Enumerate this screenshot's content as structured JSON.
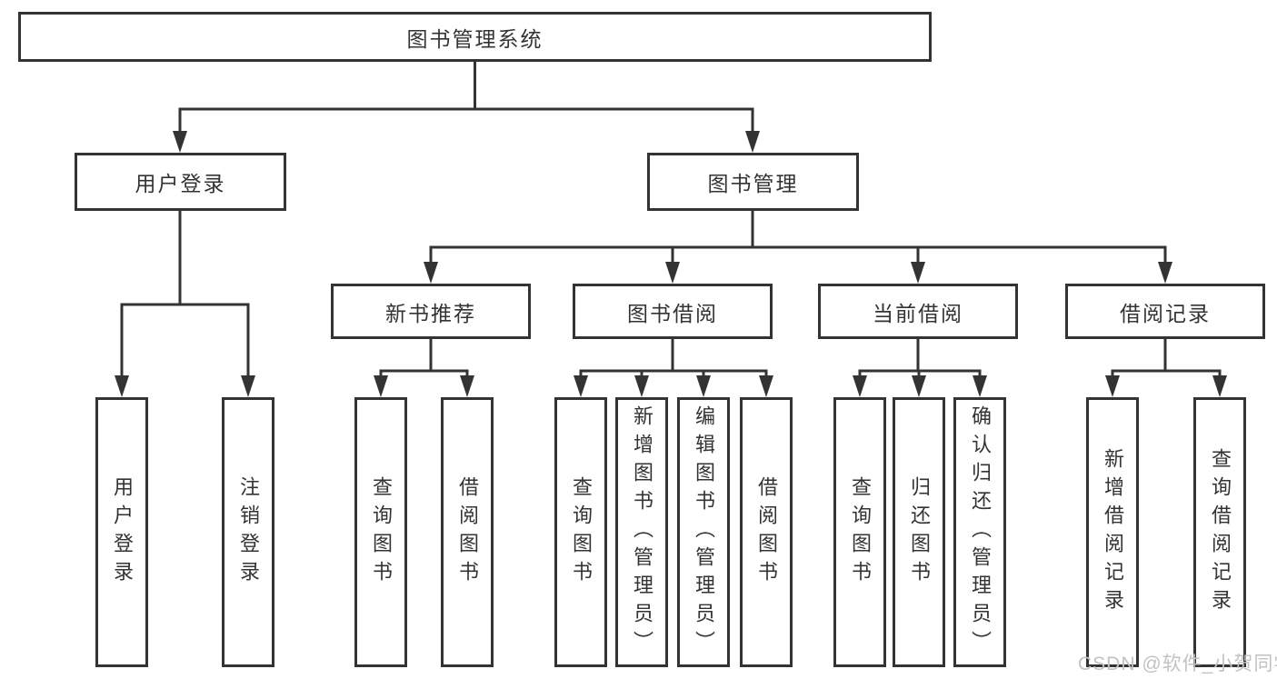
{
  "tree": {
    "root": {
      "label": "图书管理系统",
      "children": [
        {
          "label": "用户登录",
          "children": [
            {
              "label": "用户登录"
            },
            {
              "label": "注销登录"
            }
          ]
        },
        {
          "label": "图书管理",
          "children": [
            {
              "label": "新书推荐",
              "children": [
                {
                  "label": "查询图书"
                },
                {
                  "label": "借阅图书"
                }
              ]
            },
            {
              "label": "图书借阅",
              "children": [
                {
                  "label": "查询图书"
                },
                {
                  "label": "新增图书（管理员）"
                },
                {
                  "label": "编辑图书（管理员）"
                },
                {
                  "label": "借阅图书"
                }
              ]
            },
            {
              "label": "当前借阅",
              "children": [
                {
                  "label": "查询图书"
                },
                {
                  "label": "归还图书"
                },
                {
                  "label": "确认归还（管理员）"
                }
              ]
            },
            {
              "label": "借阅记录",
              "children": [
                {
                  "label": "新增借阅记录"
                },
                {
                  "label": "查询借阅记录"
                }
              ]
            }
          ]
        }
      ]
    }
  },
  "watermark": {
    "text": "CSDN @软件_小贺同学"
  },
  "colors": {
    "line": "#333333",
    "text": "#333333",
    "background": "#ffffff",
    "watermark": "#c2c2c2"
  }
}
